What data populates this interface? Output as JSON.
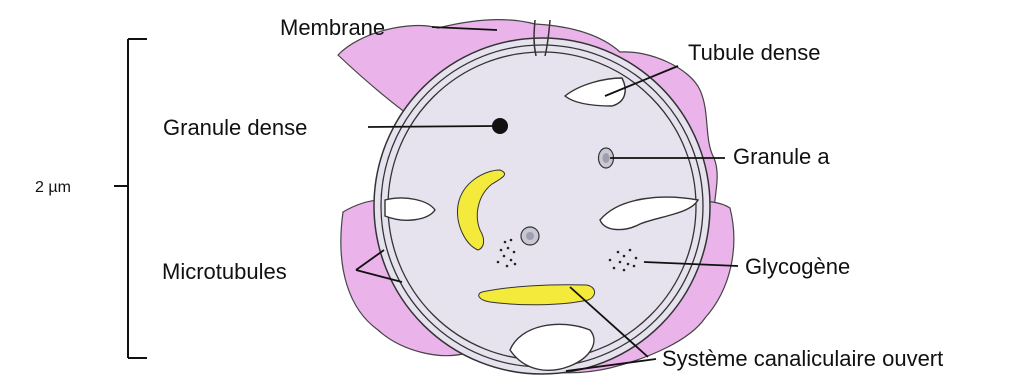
{
  "figure": {
    "scale_label": "2 µm",
    "labels": {
      "membrane": "Membrane",
      "tubule_dense": "Tubule dense",
      "granule_dense": "Granule dense",
      "granule_a": "Granule a",
      "microtubules": "Microtubules",
      "glycogene": "Glycogène",
      "systeme_canaliculaire": "Système canaliculaire ouvert"
    }
  },
  "colors": {
    "cytoplasm": "#e6e2ee",
    "membrane_pink": "#eab3ea",
    "yellow": "#f3ea3c",
    "outline": "#333333"
  }
}
